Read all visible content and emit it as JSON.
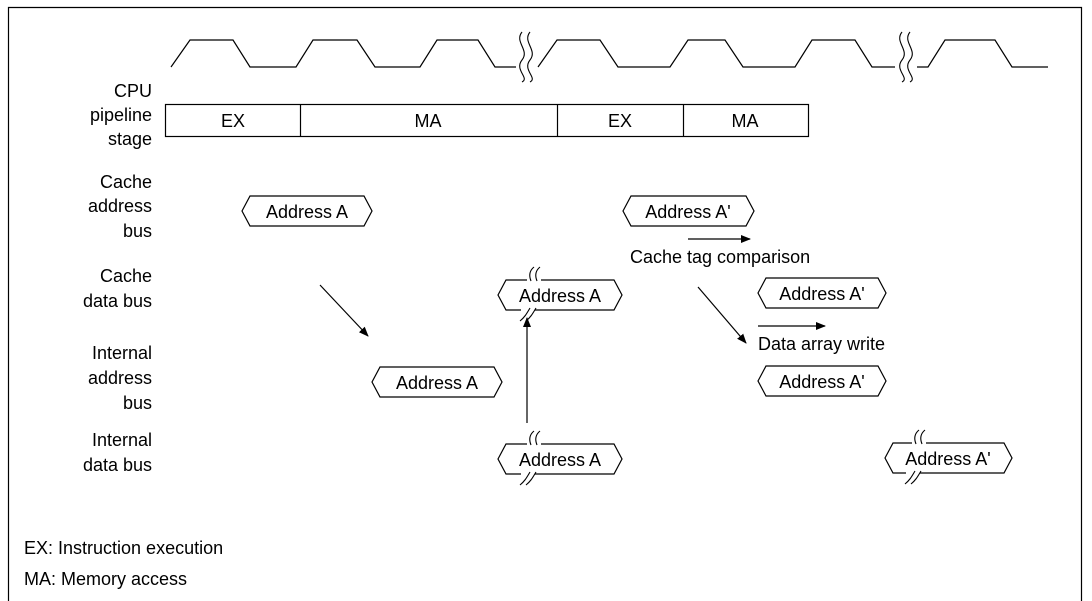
{
  "row_labels": {
    "cpu_pipeline_stage": [
      "CPU",
      "pipeline",
      "stage"
    ],
    "cache_address_bus": [
      "Cache",
      "address",
      "bus"
    ],
    "cache_data_bus": [
      "Cache",
      "data bus"
    ],
    "internal_address_bus": [
      "Internal",
      "address",
      "bus"
    ],
    "internal_data_bus": [
      "Internal",
      "data bus"
    ]
  },
  "pipeline_stages": [
    "EX",
    "MA",
    "EX",
    "MA"
  ],
  "bus_values": {
    "cache_address_bus": [
      "Address A",
      "Address A'"
    ],
    "cache_data_bus": [
      "Address A",
      "Address A'"
    ],
    "internal_address_bus": [
      "Address A",
      "Address A'"
    ],
    "internal_data_bus": [
      "Address A",
      "Address A'"
    ]
  },
  "annotations": {
    "cache_tag_comparison": "Cache tag comparison",
    "data_array_write": "Data array write"
  },
  "legend": [
    "EX: Instruction execution",
    "MA: Memory access"
  ]
}
